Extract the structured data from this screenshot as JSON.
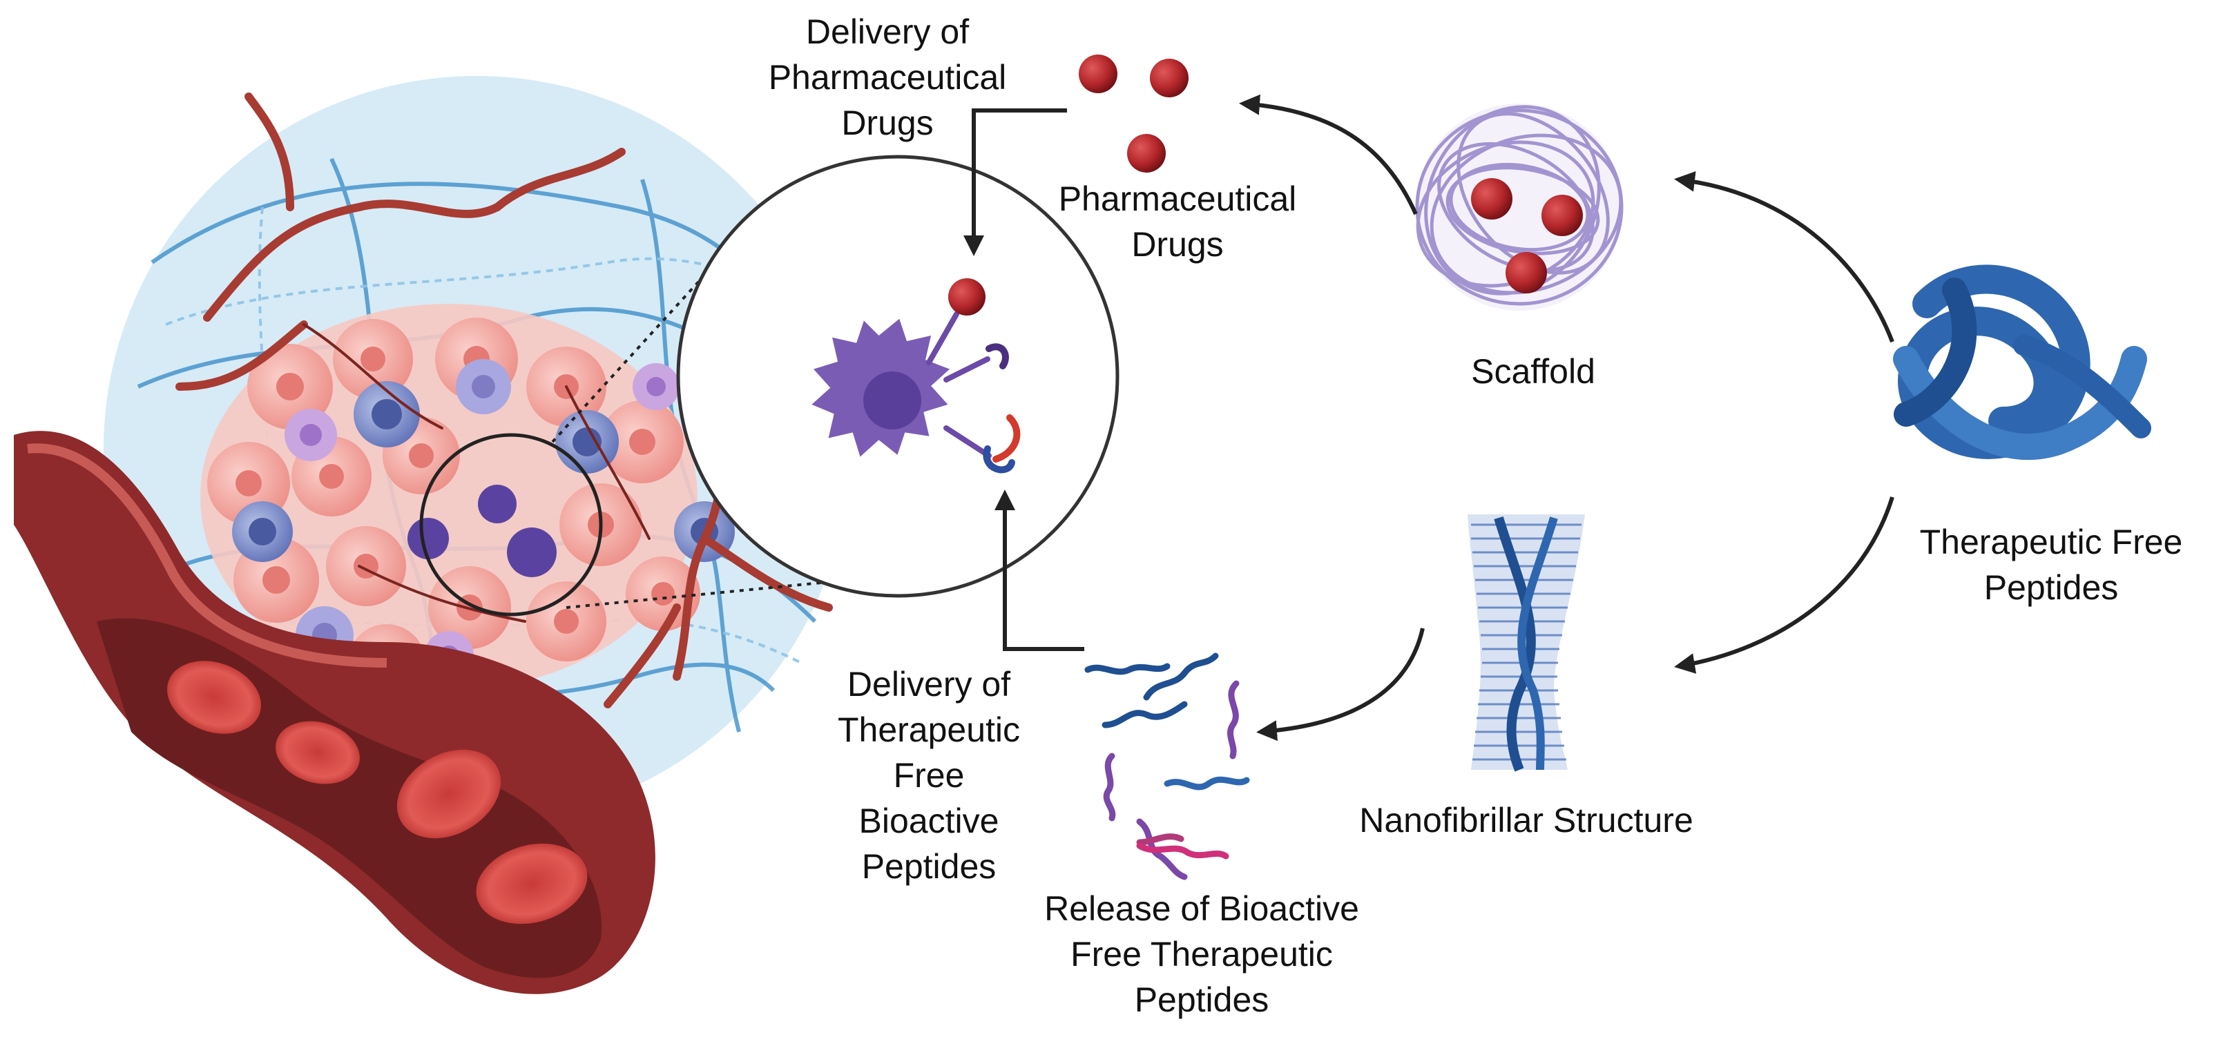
{
  "labels": {
    "delivery_drugs": [
      "Delivery of",
      "Pharmaceutical",
      "Drugs"
    ],
    "pharmaceutical_drugs": [
      "Pharmaceutical",
      "Drugs"
    ],
    "scaffold": [
      "Scaffold"
    ],
    "therapeutic_free_peptides": [
      "Therapeutic Free",
      "Peptides"
    ],
    "nanofibrillar_structure": [
      "Nanofibrillar Structure"
    ],
    "delivery_peptides": [
      "Delivery of",
      "Therapeutic",
      "Free",
      "Bioactive",
      "Peptides"
    ],
    "release_peptides": [
      "Release of Bioactive",
      "Free Therapeutic",
      "Peptides"
    ]
  },
  "colors": {
    "drug_red": "#b3262a",
    "scaffold_lilac": "#a99ad4",
    "peptide_blue": "#2e67b0",
    "vessel_red": "#8e2a2b",
    "tumor_pink": "#f2aaa3",
    "ecm_blue": "#bfe0f2",
    "immune_purple": "#7a5cb5",
    "arrow": "#222222"
  },
  "icons": [
    "tumor-illustration",
    "blood-vessel-icon",
    "immune-cell-icon",
    "scaffold-icon",
    "folded-peptide-icon",
    "nanofibril-icon",
    "peptide-strands-icon",
    "drug-sphere-icon"
  ]
}
